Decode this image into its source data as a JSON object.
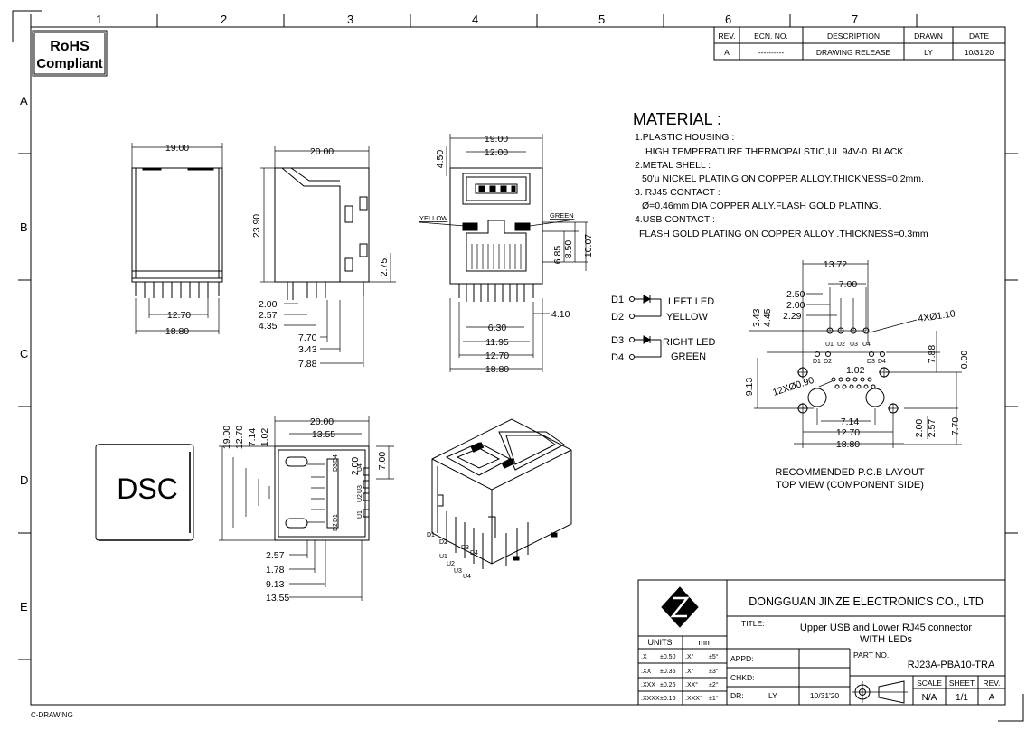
{
  "border": {
    "col_labels": [
      "1",
      "2",
      "3",
      "4",
      "5",
      "6",
      "7"
    ],
    "row_labels": [
      "A",
      "B",
      "C",
      "D",
      "E"
    ]
  },
  "rohs": {
    "line1": "RoHS",
    "line2": "Compliant"
  },
  "revision_table": {
    "headers": [
      "REV.",
      "ECN. NO.",
      "DESCRIPTION",
      "DRAWN",
      "DATE"
    ],
    "row": [
      "A",
      "----------",
      "DRAWING RELEASE",
      "LY",
      "10/31'20"
    ]
  },
  "material": {
    "title": "MATERIAL :",
    "lines": [
      "1.PLASTIC HOUSING :",
      "HIGH TEMPERATURE THERMOPALSTIC,UL 94V-0. BLACK .",
      "2.METAL SHELL :",
      "50'u NICKEL PLATING ON  COPPER ALLOY.THICKNESS=0.2mm.",
      "3. RJ45 CONTACT :",
      "Ø=0.46mm DIA COPPER ALLY.FLASH GOLD PLATING.",
      "4.USB CONTACT :",
      "FLASH GOLD PLATING ON COPPER ALLOY .THICKNESS=0.3mm"
    ]
  },
  "front_view": {
    "width_top": "19.00",
    "width_bottom": "18.80",
    "pin_span": "12.70"
  },
  "side_view": {
    "depth": "20.00",
    "height": "23.90",
    "standoff": "2.75",
    "dims": [
      "2.00",
      "2.57",
      "4.35",
      "7.70",
      "3.43",
      "7.88"
    ]
  },
  "port_view": {
    "width_top": "19.00",
    "usb_width": "12.00",
    "usb_height": "4.50",
    "yellow": "YELLOW",
    "green": "GREEN",
    "h1": "6.85",
    "h2": "8.50",
    "h3": "10.07",
    "led_dim": "4.10",
    "dims": [
      "6.30",
      "11.95",
      "12.70",
      "18.80"
    ]
  },
  "leds": {
    "d1": "D1",
    "d2": "D2",
    "d3": "D3",
    "d4": "D4",
    "left_led": "LEFT LED",
    "yellow": "YELLOW",
    "right_led": "RIGHT LED",
    "green": "GREEN"
  },
  "pcb": {
    "dims_top": [
      "13.72",
      "7.00",
      "2.50",
      "2.00",
      "2.29"
    ],
    "dims_left": [
      "3.43",
      "4.45"
    ],
    "hole_note": "4XØ1.10",
    "pad_note": "12XØ0.90",
    "pin_labels": [
      "U1",
      "U2",
      "U3",
      "U4"
    ],
    "d_labels": [
      "D1",
      "D2",
      "D3",
      "D4"
    ],
    "right_dims": [
      "7.88",
      "0.00"
    ],
    "left_dim": "9.13",
    "mid_dim": "1.02",
    "bottom_dims": [
      "7.14",
      "12.70",
      "18.80"
    ],
    "bottom_right_dims": [
      "2.00",
      "2.57",
      "7.70"
    ],
    "caption1": "RECOMMENDED  P.C.B  LAYOUT",
    "caption2": "TOP  VIEW  (COMPONENT  SIDE)"
  },
  "top_view": {
    "dsc": "DSC"
  },
  "bottom_view": {
    "dims_left": [
      "19.00",
      "12.70",
      "7.14",
      "1.02"
    ],
    "width": "20.00",
    "width2": "13.55",
    "right_dims": [
      "2.00",
      "7.00"
    ],
    "bottom_dims": [
      "2.57",
      "1.78",
      "9.13",
      "13.55"
    ],
    "labels": [
      "D3",
      "D4",
      "U4",
      "U3",
      "U2",
      "U1",
      "D1",
      "D2"
    ]
  },
  "iso_labels": [
    "D1",
    "D2",
    "D3",
    "D4",
    "U1",
    "U2",
    "U3",
    "U4"
  ],
  "title_block": {
    "company": "DONGGUAN  JINZE  ELECTRONICS  CO.,  LTD",
    "title_label": "TITLE:",
    "title_line1": "Upper  USB  and  Lower  RJ45  connector",
    "title_line2": "WITH  LEDs",
    "units_label": "UNITS",
    "units_value": "mm",
    "tolerances": [
      [
        ".X",
        "±0.50",
        ".X°",
        "±5°"
      ],
      [
        ".XX",
        "±0.35",
        ".X°",
        "±3°"
      ],
      [
        ".XXX",
        "±0.25",
        ".XX°",
        "±2°"
      ],
      [
        ".XXXX",
        "±0.15",
        ".XXX°",
        "±1°"
      ]
    ],
    "appd": "APPD:",
    "chkd": "CHKD:",
    "dr": "DR:",
    "drawn_by": "LY",
    "date": "10/31'20",
    "part_no_label": "PART  NO.",
    "part_no": "RJ23A-PBA10-TRA",
    "scale_label": "SCALE",
    "sheet_label": "SHEET",
    "rev_label": "REV.",
    "scale": "N/A",
    "sheet": "1/1",
    "rev": "A"
  },
  "footer": "C-DRAWING"
}
